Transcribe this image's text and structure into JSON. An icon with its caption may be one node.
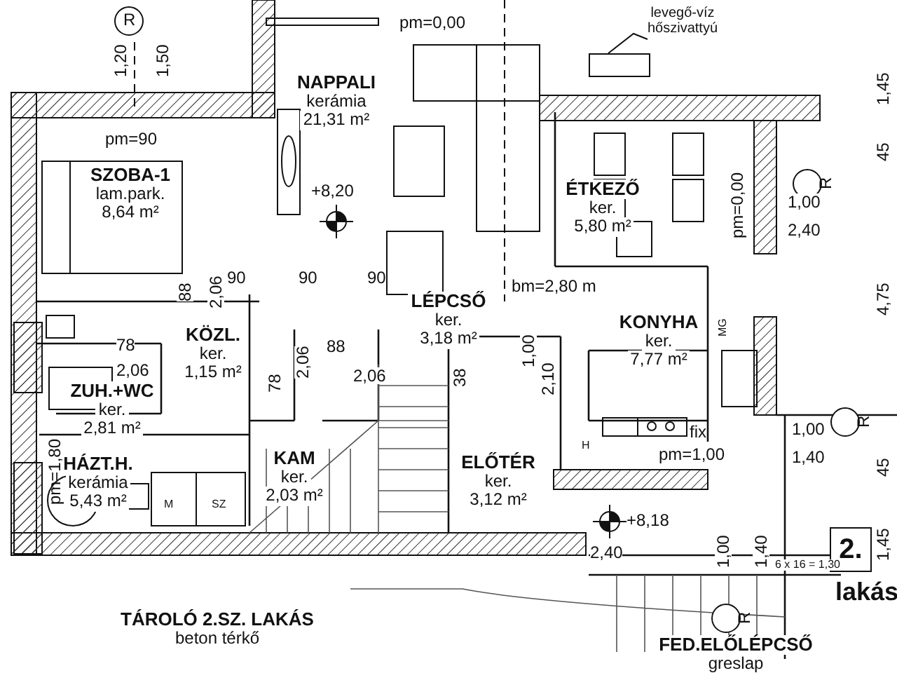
{
  "diagram": {
    "nodes": [
      {
        "text": [
          "NAPPALI",
          "kerámia",
          "21,31 m²"
        ]
      },
      {
        "text": [
          "SZOBA-1",
          "lam.park.",
          "8,64 m²"
        ]
      },
      {
        "text": [
          "ÉTKEZŐ",
          "ker.",
          "5,80 m²"
        ]
      },
      {
        "text": [
          "LÉPCSŐ",
          "ker.",
          "3,18 m²"
        ]
      },
      {
        "text": [
          "KÖZL.",
          "ker.",
          "1,15 m²"
        ]
      },
      {
        "text": [
          "KONYHA",
          "ker.",
          "7,77 m²"
        ]
      },
      {
        "text": [
          "ZUH.+WC",
          "ker.",
          "2,81 m²"
        ]
      },
      {
        "text": [
          "HÁZT.H.",
          "kerámia",
          "5,43 m²"
        ]
      },
      {
        "text": [
          "KAM",
          "ker.",
          "2,03 m²"
        ]
      },
      {
        "text": [
          "ELŐTÉR",
          "ker.",
          "3,12 m²"
        ]
      },
      {
        "text": [
          "TÁROLÓ 2.SZ. LAKÁS",
          "beton térkő"
        ]
      },
      {
        "text": [
          "FED.ELŐLÉPCSŐ",
          "greslap"
        ]
      },
      {
        "text": [
          "2."
        ],
        "beside": [
          "lakás"
        ]
      },
      {
        "text": [
          "levegő-víz hőszivattyú"
        ]
      },
      {
        "text": [],
        "shape": "box"
      }
    ],
    "edges": [
      {
        "from": 13,
        "to": 14,
        "arrow": "none"
      }
    ],
    "labels": [
      "R",
      "1,20",
      "1,50",
      "pm=0,00",
      "1,45",
      "45",
      "pm=90",
      "+8,20",
      "pm=0,00",
      "1,00",
      "2,40",
      "R",
      "90",
      "90",
      "90",
      "bm=2,80 m",
      "4,75",
      "88",
      "2,06",
      "88",
      "2,06",
      "MG",
      "78",
      "2,06",
      "78",
      "2,06",
      "38",
      "1,00",
      "2,10",
      "pm=1,80",
      "fix",
      "pm=1,00",
      "1,00",
      "1,40",
      "R",
      "45",
      "H",
      "+8,18",
      "2,40",
      "6 x 16 = 1,30",
      "1,00",
      "1,40",
      "1,45",
      "M",
      "SZ",
      "R"
    ]
  }
}
